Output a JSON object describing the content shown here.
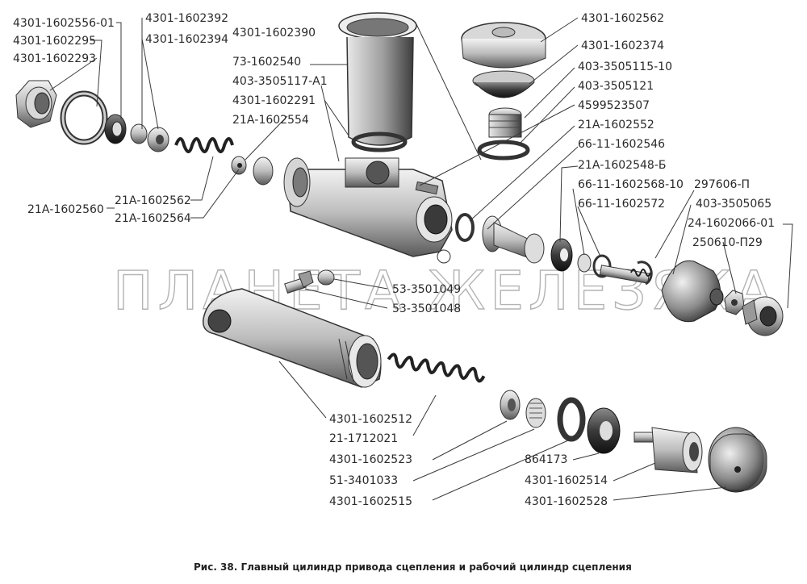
{
  "watermark": "ПЛАНЕТА ЖЕЛЕЗЯКА",
  "caption": "Рис. 38. Главный цилиндр привода сцепления и рабочий цилиндр сцепления",
  "labels": [
    {
      "id": "p1",
      "text": "4301-1602556-01"
    },
    {
      "id": "p2",
      "text": "4301-1602295"
    },
    {
      "id": "p3",
      "text": "4301-1602293"
    },
    {
      "id": "p4",
      "text": "4301-1602392"
    },
    {
      "id": "p5",
      "text": "4301-1602394"
    },
    {
      "id": "p6",
      "text": "4301-1602390"
    },
    {
      "id": "p7",
      "text": "73-1602540"
    },
    {
      "id": "p8",
      "text": "403-3505117-А1"
    },
    {
      "id": "p9",
      "text": "4301-1602291"
    },
    {
      "id": "p10",
      "text": "21А-1602554"
    },
    {
      "id": "p11",
      "text": "21А-1602560"
    },
    {
      "id": "p12",
      "text": "21А-1602562"
    },
    {
      "id": "p13",
      "text": "21А-1602564"
    },
    {
      "id": "p14",
      "text": "4301-1602562"
    },
    {
      "id": "p15",
      "text": "4301-1602374"
    },
    {
      "id": "p16",
      "text": "403-3505115-10"
    },
    {
      "id": "p17",
      "text": "403-3505121"
    },
    {
      "id": "p18",
      "text": "4599523507"
    },
    {
      "id": "p19",
      "text": "21А-1602552"
    },
    {
      "id": "p20",
      "text": "66-11-1602546"
    },
    {
      "id": "p21",
      "text": "21А-1602548-Б"
    },
    {
      "id": "p22",
      "text": "66-11-1602568-10"
    },
    {
      "id": "p23",
      "text": "66-11-1602572"
    },
    {
      "id": "p24",
      "text": "297606-П"
    },
    {
      "id": "p25",
      "text": "403-3505065"
    },
    {
      "id": "p26",
      "text": "24-1602066-01"
    },
    {
      "id": "p27",
      "text": "250610-П29"
    },
    {
      "id": "p28",
      "text": "53-3501049"
    },
    {
      "id": "p29",
      "text": "53-3501048"
    },
    {
      "id": "p30",
      "text": "4301-1602512"
    },
    {
      "id": "p31",
      "text": "21-1712021"
    },
    {
      "id": "p32",
      "text": "4301-1602523"
    },
    {
      "id": "p33",
      "text": "51-3401033"
    },
    {
      "id": "p34",
      "text": "4301-1602515"
    },
    {
      "id": "p35",
      "text": "864173"
    },
    {
      "id": "p36",
      "text": "4301-1602514"
    },
    {
      "id": "p37",
      "text": "4301-1602528"
    }
  ]
}
